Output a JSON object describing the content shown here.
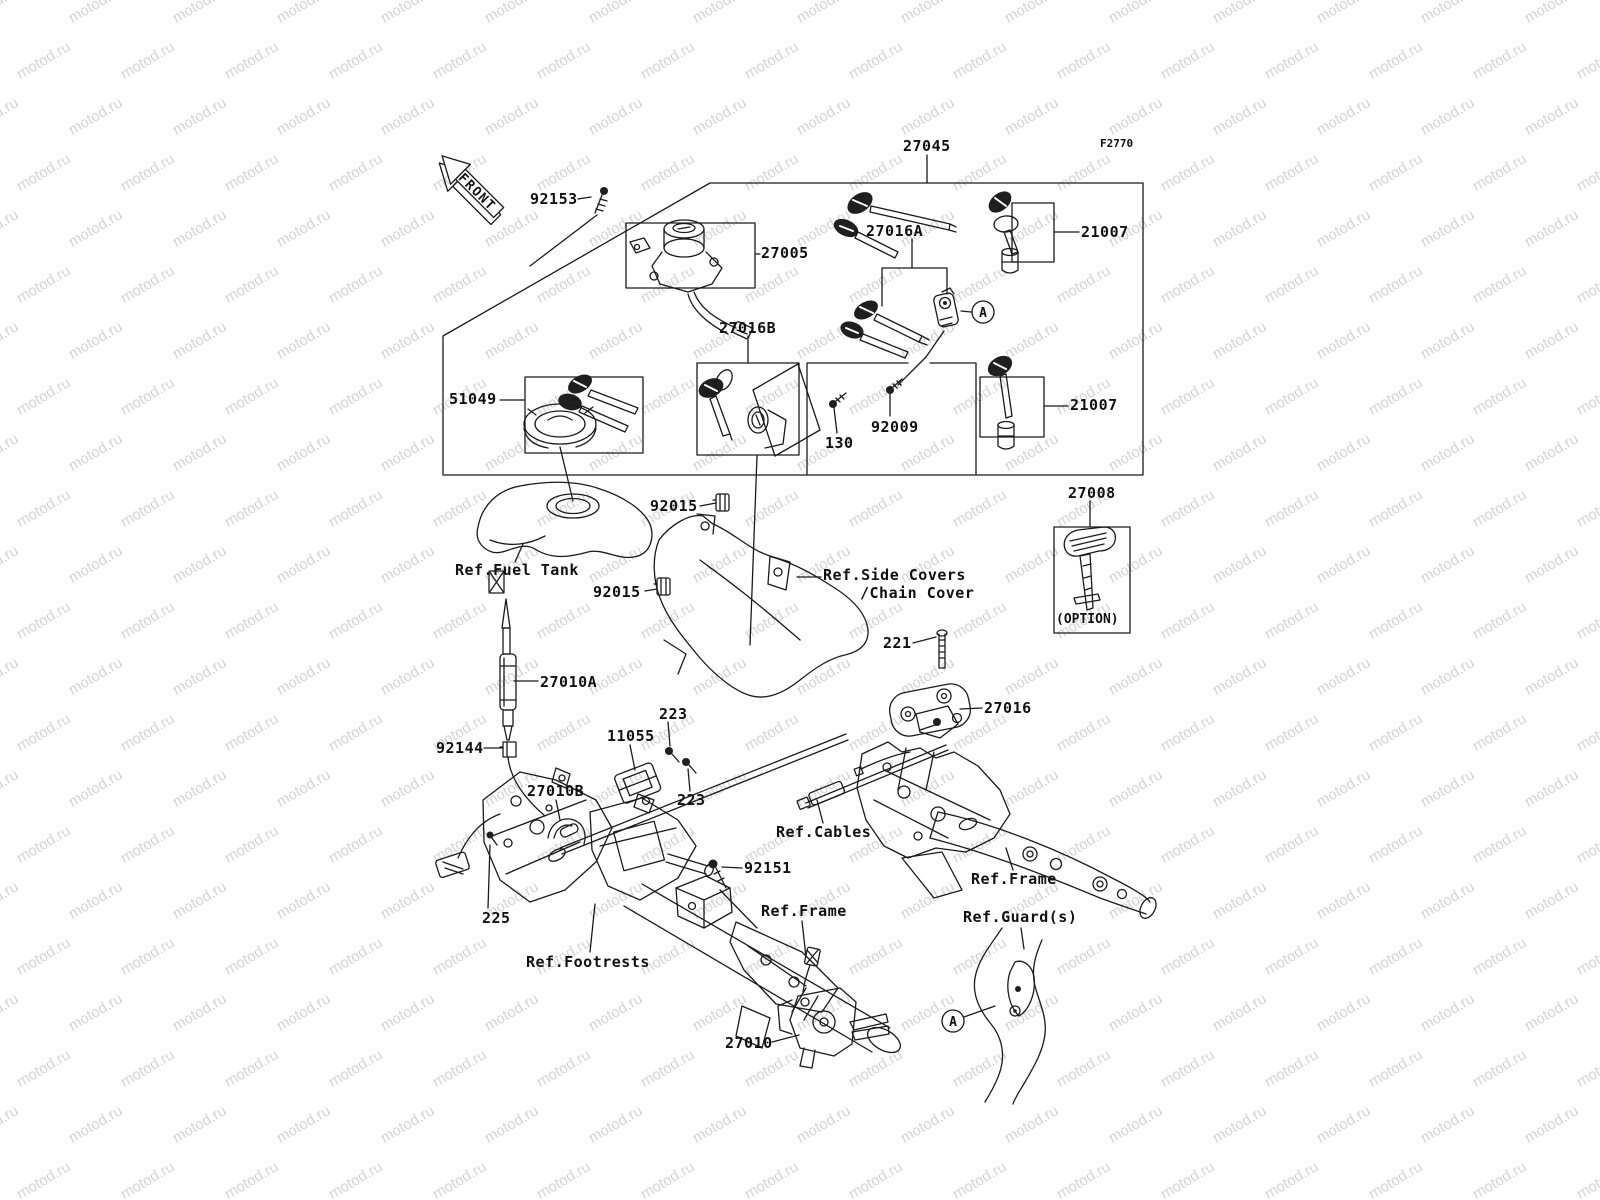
{
  "labels": {
    "front": "FRONT",
    "fig_code": "F2770",
    "p27045": "27045",
    "p92153": "92153",
    "p27005": "27005",
    "p27016a": "27016A",
    "p21007_top": "21007",
    "p21007_mid": "21007",
    "p27016b": "27016B",
    "p51049": "51049",
    "p130": "130",
    "p92009": "92009",
    "p27008": "27008",
    "p27008_option": "(OPTION)",
    "p92015_top": "92015",
    "p92015_bottom": "92015",
    "p221": "221",
    "p27010a": "27010A",
    "p27016": "27016",
    "p92144": "92144",
    "p223_top": "223",
    "p11055": "11055",
    "p27010b": "27010B",
    "p223_bottom": "223",
    "p225": "225",
    "p92151": "92151",
    "p27010": "27010",
    "detail_a": "A",
    "ref_fuel_tank": "Ref.Fuel Tank",
    "ref_side_covers": "Ref.Side Covers",
    "ref_chain_cover": "/Chain Cover",
    "ref_cables": "Ref.Cables",
    "ref_frame_center": "Ref.Frame",
    "ref_frame_right": "Ref.Frame",
    "ref_guards": "Ref.Guard(s)",
    "ref_footrests": "Ref.Footrests"
  },
  "watermark": {
    "text": "motod.ru",
    "color": "#d4d4d4"
  }
}
